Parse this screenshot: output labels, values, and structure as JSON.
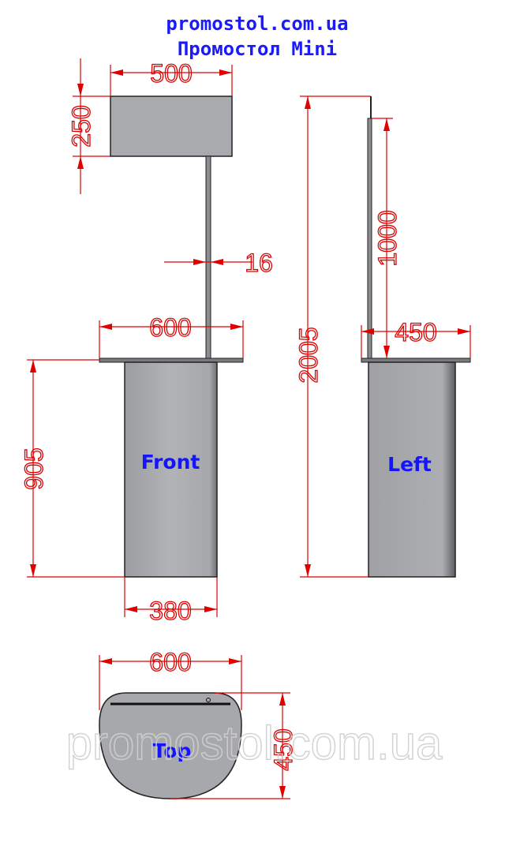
{
  "header": {
    "site": "promostol.com.ua",
    "product": "Промостол Mini"
  },
  "views": {
    "front": "Front",
    "left": "Left",
    "top": "Top"
  },
  "dimensions": {
    "banner_width": "500",
    "banner_height": "250",
    "pole_width": "16",
    "tabletop_width": "600",
    "body_height": "905",
    "body_width": "380",
    "side_depth": "450",
    "side_total_height": "2005",
    "side_pole_height": "1000",
    "top_width": "600",
    "top_depth": "450"
  },
  "watermark": "promostol.com.ua",
  "colors": {
    "dimension": "#e00000",
    "label": "#1414ff",
    "body": "#a9aaad"
  }
}
